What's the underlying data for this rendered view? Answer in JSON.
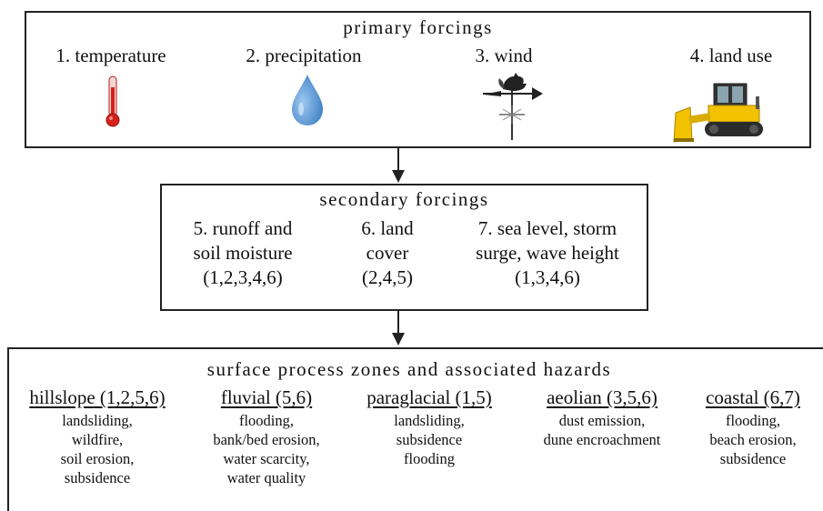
{
  "primary": {
    "title": "primary forcings",
    "items": [
      {
        "label": "1. temperature",
        "icon": "thermometer-icon"
      },
      {
        "label": "2. precipitation",
        "icon": "water-drop-icon"
      },
      {
        "label": "3. wind",
        "icon": "weather-vane-icon"
      },
      {
        "label": "4. land use",
        "icon": "bulldozer-icon"
      }
    ]
  },
  "secondary": {
    "title": "secondary forcings",
    "items": [
      {
        "lines": [
          "5. runoff and",
          "soil moisture",
          "(1,2,3,4,6)"
        ]
      },
      {
        "lines": [
          "6. land",
          "cover",
          "(2,4,5)"
        ]
      },
      {
        "lines": [
          "7. sea level, storm",
          "surge, wave height",
          "(1,3,4,6)"
        ]
      }
    ]
  },
  "zones": {
    "title": "surface process zones and associated hazards",
    "items": [
      {
        "heading": "hillslope (1,2,5,6)",
        "hazards": [
          "landsliding,",
          "wildfire,",
          "soil erosion,",
          "subsidence"
        ]
      },
      {
        "heading": "fluvial (5,6)",
        "hazards": [
          "flooding,",
          "bank/bed erosion,",
          "water scarcity,",
          "water quality"
        ]
      },
      {
        "heading": "paraglacial (1,5)",
        "hazards": [
          "landsliding,",
          "subsidence",
          "flooding"
        ]
      },
      {
        "heading": "aeolian (3,5,6)",
        "hazards": [
          "dust emission,",
          "dune encroachment"
        ]
      },
      {
        "heading": "coastal (6,7)",
        "hazards": [
          "flooding,",
          "beach erosion,",
          "subsidence"
        ]
      }
    ]
  },
  "colors": {
    "thermometer": "#d6201c",
    "drop": "#4d92d6",
    "bulldozer": "#f2c200",
    "line": "#222222"
  }
}
